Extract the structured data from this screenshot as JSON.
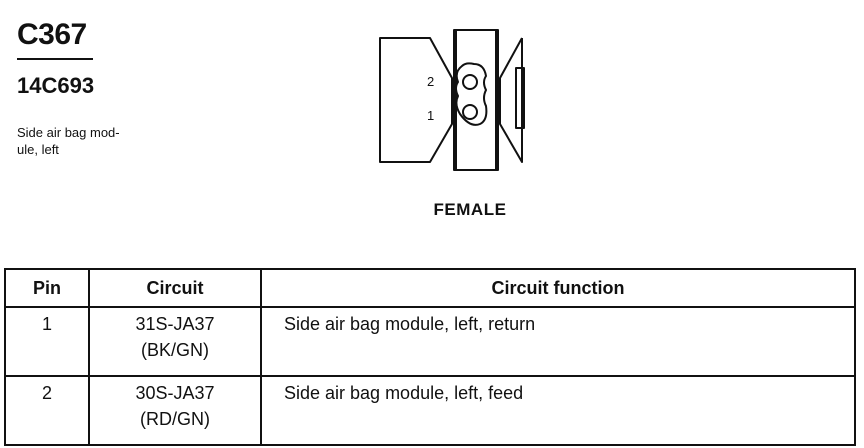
{
  "connector": {
    "id": "C367",
    "part_number": "14C693",
    "description_lines": [
      "Side air bag mod-",
      "ule, left"
    ],
    "gender": "FEMALE",
    "pin_labels": [
      "2",
      "1"
    ]
  },
  "table": {
    "headers": {
      "pin": "Pin",
      "circuit": "Circuit",
      "function": "Circuit function"
    },
    "rows": [
      {
        "pin": "1",
        "circuit": "31S-JA37",
        "color": "(BK/GN)",
        "function": "Side air bag module, left, return"
      },
      {
        "pin": "2",
        "circuit": "30S-JA37",
        "color": "(RD/GN)",
        "function": "Side air bag module, left, feed"
      }
    ]
  }
}
